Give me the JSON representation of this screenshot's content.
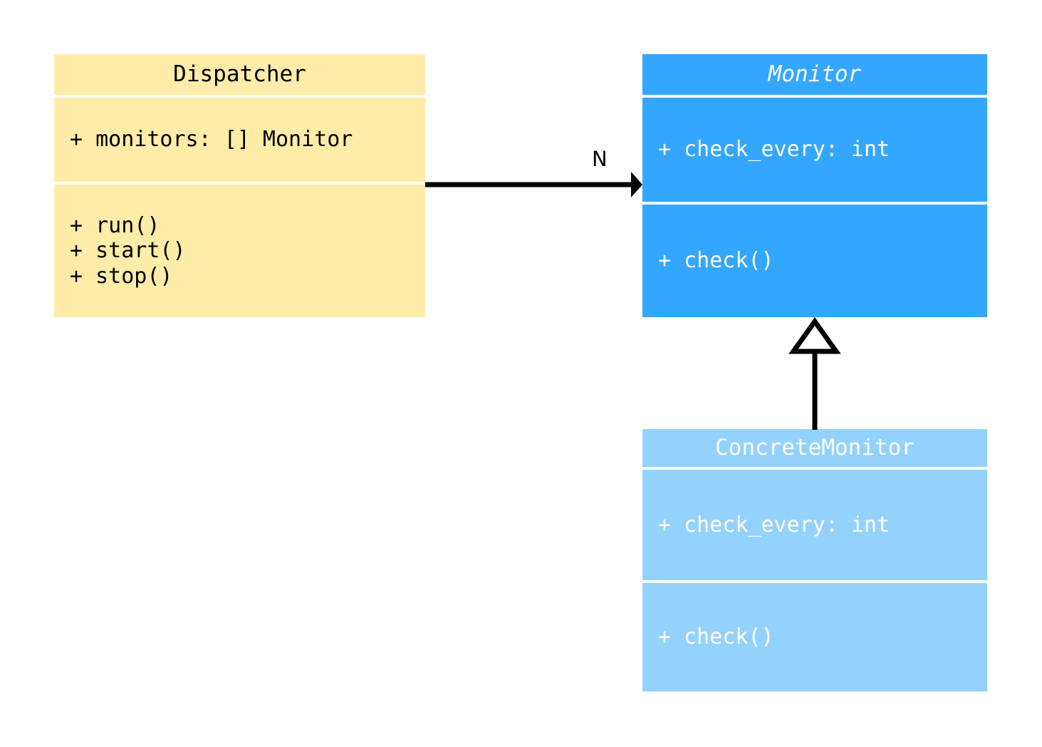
{
  "diagram": {
    "type": "uml-class-diagram",
    "background": "#ffffff",
    "classes": [
      {
        "id": "dispatcher",
        "name": "Dispatcher",
        "abstract": false,
        "fill": "#ffeca8",
        "text_color": "#000000",
        "attributes": [
          "+ monitors: [] Monitor"
        ],
        "methods": [
          "+ run()",
          "+ start()",
          "+ stop()"
        ]
      },
      {
        "id": "monitor",
        "name": "Monitor",
        "abstract": true,
        "fill": "#33a6ff",
        "text_color": "#ffffff",
        "attributes": [
          "+ check_every: int"
        ],
        "methods": [
          "+ check()"
        ]
      },
      {
        "id": "concrete_monitor",
        "name": "ConcreteMonitor",
        "abstract": false,
        "fill": "#93d2fd",
        "text_color": "#ffffff",
        "attributes": [
          "+ check_every: int"
        ],
        "methods": [
          "+ check()"
        ]
      }
    ],
    "relationships": [
      {
        "id": "dispatcher-monitor",
        "kind": "association",
        "from": "Dispatcher",
        "to": "Monitor",
        "label": "N",
        "arrow": "filled-arrowhead",
        "color": "#000000"
      },
      {
        "id": "concrete-monitor-inheritance",
        "kind": "generalization",
        "from": "ConcreteMonitor",
        "to": "Monitor",
        "label": "",
        "arrow": "hollow-triangle",
        "color": "#000000"
      }
    ]
  }
}
